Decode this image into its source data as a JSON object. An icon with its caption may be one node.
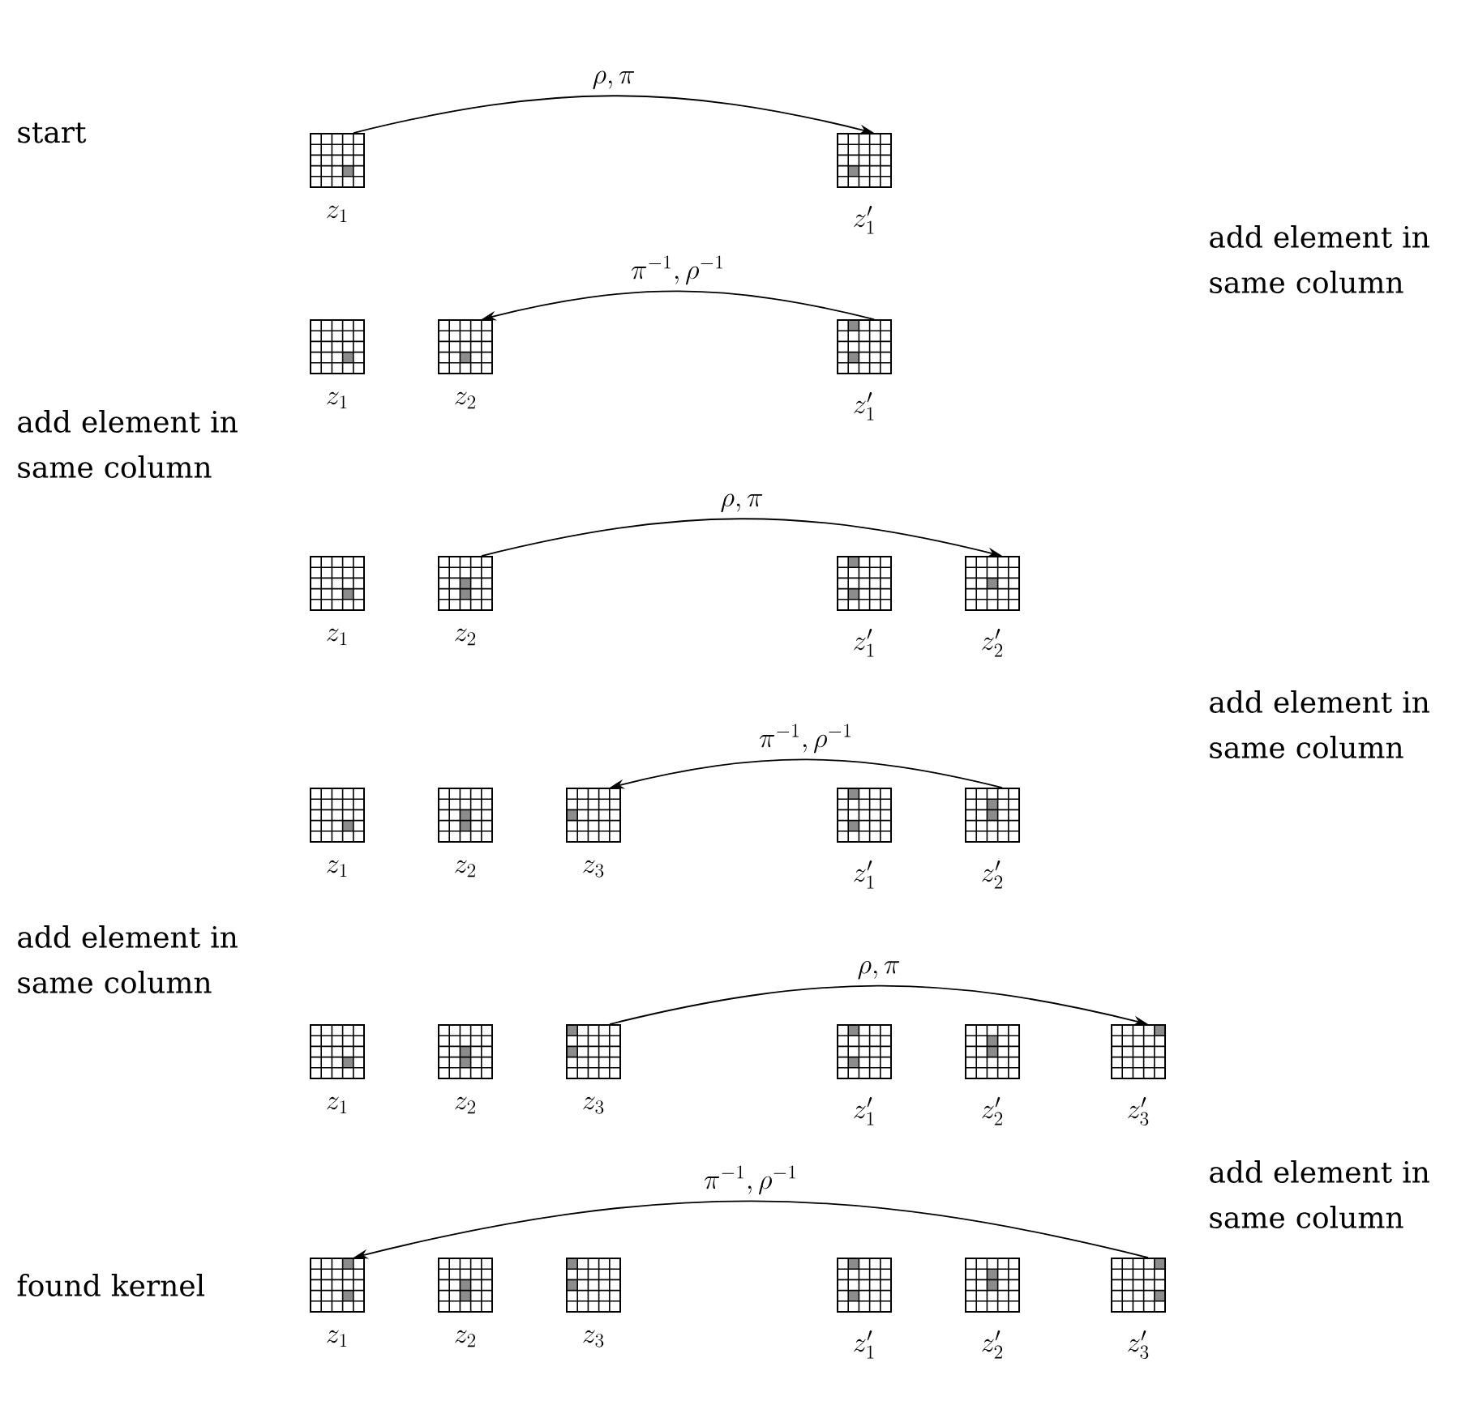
{
  "diagram": {
    "nodes": [
      {
        "text": [],
        "shape": "box",
        "beside": [
          "z_1"
        ]
      },
      {
        "text": [],
        "shape": "box",
        "beside": [
          "z'_1"
        ]
      },
      {
        "text": [],
        "shape": "box",
        "beside": [
          "z_1"
        ]
      },
      {
        "text": [],
        "shape": "box",
        "beside": [
          "z_2"
        ]
      },
      {
        "text": [],
        "shape": "box",
        "beside": [
          "z'_1"
        ]
      },
      {
        "text": [],
        "shape": "box",
        "beside": [
          "z_1"
        ]
      },
      {
        "text": [],
        "shape": "box",
        "beside": [
          "z_2"
        ]
      },
      {
        "text": [],
        "shape": "box",
        "beside": [
          "z'_1"
        ]
      },
      {
        "text": [],
        "shape": "box",
        "beside": [
          "z'_2"
        ]
      },
      {
        "text": [],
        "shape": "box",
        "beside": [
          "z_1"
        ]
      },
      {
        "text": [],
        "shape": "box",
        "beside": [
          "z_2"
        ]
      },
      {
        "text": [],
        "shape": "box",
        "beside": [
          "z_3"
        ]
      },
      {
        "text": [],
        "shape": "box",
        "beside": [
          "z'_1"
        ]
      },
      {
        "text": [],
        "shape": "box",
        "beside": [
          "z'_2"
        ]
      },
      {
        "text": [],
        "shape": "box",
        "beside": [
          "z_1"
        ]
      },
      {
        "text": [],
        "shape": "box",
        "beside": [
          "z_2"
        ]
      },
      {
        "text": [],
        "shape": "box",
        "beside": [
          "z_3"
        ]
      },
      {
        "text": [],
        "shape": "box",
        "beside": [
          "z'_1"
        ]
      },
      {
        "text": [],
        "shape": "box",
        "beside": [
          "z'_2"
        ]
      },
      {
        "text": [],
        "shape": "box",
        "beside": [
          "z'_3"
        ]
      },
      {
        "text": [],
        "shape": "box",
        "beside": [
          "z_1"
        ]
      },
      {
        "text": [],
        "shape": "box",
        "beside": [
          "z_2"
        ]
      },
      {
        "text": [],
        "shape": "box",
        "beside": [
          "z_3"
        ]
      },
      {
        "text": [],
        "shape": "box",
        "beside": [
          "z'_1"
        ]
      },
      {
        "text": [],
        "shape": "box",
        "beside": [
          "z'_2"
        ]
      },
      {
        "text": [],
        "shape": "box",
        "beside": [
          "z'_3"
        ]
      }
    ],
    "edges": [
      {
        "from": 0,
        "to": 1,
        "arrow": "to",
        "label": "\\rho, \\pi"
      },
      {
        "from": 4,
        "to": 3,
        "arrow": "to",
        "label": "\\pi^{-1}, \\rho^{-1}"
      },
      {
        "from": 6,
        "to": 8,
        "arrow": "to",
        "label": "\\rho, \\pi"
      },
      {
        "from": 13,
        "to": 11,
        "arrow": "to",
        "label": "\\pi^{-1}, \\rho^{-1}"
      },
      {
        "from": 16,
        "to": 19,
        "arrow": "to",
        "label": "\\rho, \\pi"
      },
      {
        "from": 25,
        "to": 20,
        "arrow": "to",
        "label": "\\pi^{-1}, \\rho^{-1}"
      }
    ],
    "labels": [
      "start",
      "add element in same column",
      "add element in same column",
      "add element in same column",
      "add element in same column",
      "add element in same column",
      "found kernel"
    ]
  }
}
